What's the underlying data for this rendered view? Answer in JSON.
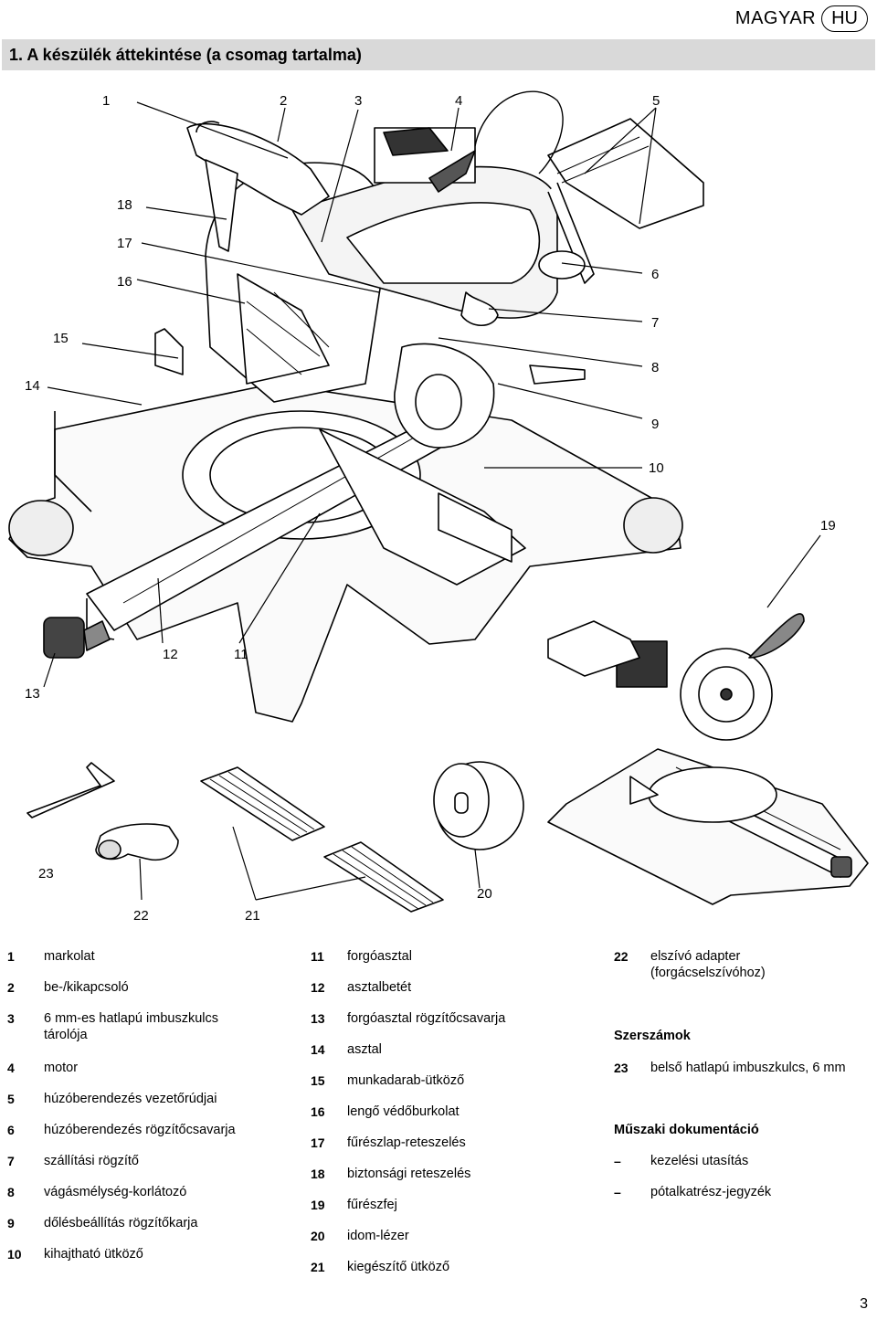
{
  "header": {
    "language": "MAGYAR",
    "code": "HU"
  },
  "section": {
    "title": "1.   A készülék áttekintése (a csomag tartalma)"
  },
  "callouts": {
    "n1": "1",
    "n2": "2",
    "n3": "3",
    "n4": "4",
    "n5": "5",
    "n6": "6",
    "n7": "7",
    "n8": "8",
    "n9": "9",
    "n10": "10",
    "n11": "11",
    "n12": "12",
    "n13": "13",
    "n14": "14",
    "n15": "15",
    "n16": "16",
    "n17": "17",
    "n18": "18",
    "n19": "19",
    "n20": "20",
    "n21": "21",
    "n22": "22",
    "n23": "23"
  },
  "legend": {
    "col1": [
      {
        "num": "1",
        "text": "markolat"
      },
      {
        "num": "2",
        "text": "be-/kikapcsoló"
      },
      {
        "num": "3",
        "text": "6 mm-es hatlapú imbuszkulcs tárolója"
      },
      {
        "num": "4",
        "text": "motor"
      },
      {
        "num": "5",
        "text": "húzóberendezés vezetőrúdjai"
      },
      {
        "num": "6",
        "text": "húzóberendezés rögzítőcsavarja"
      },
      {
        "num": "7",
        "text": "szállítási rögzítő"
      },
      {
        "num": "8",
        "text": "vágásmélység-korlátozó"
      },
      {
        "num": "9",
        "text": "dőlésbeállítás rögzítőkarja"
      },
      {
        "num": "10",
        "text": "kihajtható ütköző"
      }
    ],
    "col2": [
      {
        "num": "11",
        "text": "forgóasztal"
      },
      {
        "num": "12",
        "text": "asztalbetét"
      },
      {
        "num": "13",
        "text": "forgóasztal rögzítőcsavarja"
      },
      {
        "num": "14",
        "text": "asztal"
      },
      {
        "num": "15",
        "text": "munkadarab-ütköző"
      },
      {
        "num": "16",
        "text": "lengő védőburkolat"
      },
      {
        "num": "17",
        "text": "fűrészlap-reteszelés"
      },
      {
        "num": "18",
        "text": "biztonsági reteszelés"
      },
      {
        "num": "19",
        "text": "fűrészfej"
      },
      {
        "num": "20",
        "text": "idom-lézer"
      },
      {
        "num": "21",
        "text": "kiegészítő ütköző"
      }
    ],
    "col3": {
      "item22": {
        "num": "22",
        "text": "elszívó adapter (forgácselszívóhoz)"
      },
      "tools_heading": "Szerszámok",
      "item23": {
        "num": "23",
        "text": "belső hatlapú imbuszkulcs, 6 mm"
      },
      "docs_heading": "Műszaki dokumentáció",
      "docs": [
        {
          "num": "–",
          "text": "kezelési utasítás"
        },
        {
          "num": "–",
          "text": "pótalkatrész-jegyzék"
        }
      ]
    }
  },
  "page_number": "3"
}
